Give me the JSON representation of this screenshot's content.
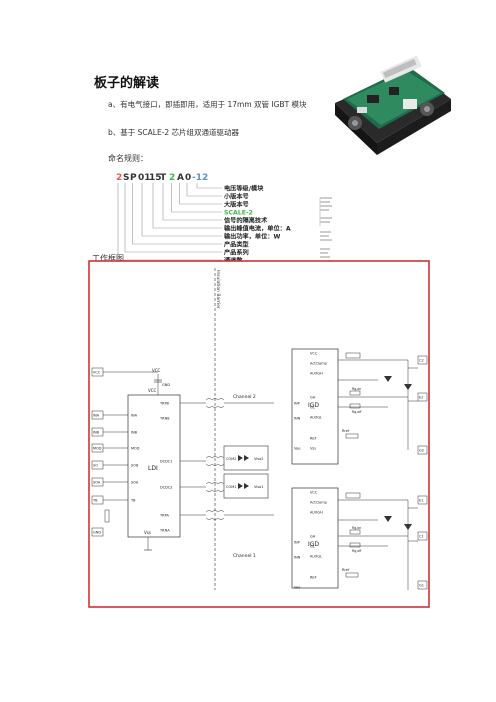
{
  "heading": "板子的解读",
  "item_a": "a、有电气接口，即插即用，适用于 17mm 双管 IGBT 模块",
  "item_b": "b、基于 SCALE-2 芯片组双通道驱动器",
  "naming_label": "命名规则：",
  "diagram_label": "工作框图",
  "naming_code": {
    "chars": [
      "2",
      "S",
      "P",
      "01",
      "15",
      "T",
      "2",
      "A",
      "0",
      "-12"
    ],
    "colors": [
      "#e05a5a",
      "#333333",
      "#333333",
      "#333333",
      "#333333",
      "#333333",
      "#3cb84a",
      "#333333",
      "#333333",
      "#5b8fd6"
    ],
    "fields": [
      {
        "label": "电压等级/模块",
        "color": "#222222"
      },
      {
        "label": "小版本号",
        "color": "#222222"
      },
      {
        "label": "大版本号",
        "color": "#222222"
      },
      {
        "label": "SCALE-2",
        "color": "#3cb84a"
      },
      {
        "label": "信号的隔离技术",
        "color": "#222222"
      },
      {
        "label": "输出峰值电流，单位：A",
        "color": "#222222"
      },
      {
        "label": "输出功率，单位：W",
        "color": "#222222"
      },
      {
        "label": "产品类型",
        "color": "#222222"
      },
      {
        "label": "产品系列",
        "color": "#222222"
      },
      {
        "label": "通道数",
        "color": "#222222"
      }
    ]
  },
  "block_diagram": {
    "left_pins": [
      "VCC",
      "INA",
      "INB",
      "MOD",
      "SO",
      "SOA",
      "TB",
      "GND"
    ],
    "ldi": {
      "name": "LDI",
      "vcc": "VCC",
      "gnd": "GND",
      "left_pins": [
        "INA",
        "INB",
        "MOD",
        "SOB",
        "SOA",
        "TB"
      ],
      "right_pins": [
        "TRP8",
        "TRN8",
        "DCDC1",
        "DCDC2",
        "TRPA",
        "TRNA"
      ],
      "vss": "Vss"
    },
    "isolation": "Insulation Barrier",
    "channel2": {
      "title": "Channel 2",
      "igd": "IGD"
    },
    "channel1": {
      "title": "Channel 1",
      "igd": "IGD"
    },
    "igd_pins": [
      "INP",
      "INN",
      "VCC",
      "ActClamp",
      "AUXGH",
      "GH",
      "GL",
      "AUXGL",
      "REF",
      "Vee",
      "Vss"
    ],
    "right_pins": [
      "C2",
      "E2",
      "G2",
      "E1",
      "C1",
      "G1"
    ],
    "labels": {
      "com2": "COM2",
      "com1": "COM1",
      "viso2": "Viso2",
      "viso1": "Viso1",
      "rref": "Rref",
      "rgon": "Rg,on",
      "rgoff": "Rg,off",
      "vcc": "VCC"
    }
  }
}
